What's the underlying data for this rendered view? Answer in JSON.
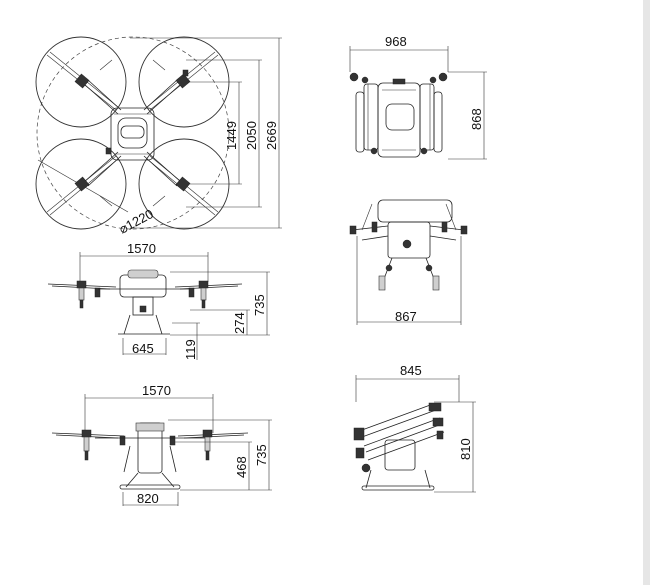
{
  "top_view": {
    "diag_width": "2669",
    "arm_span": "2050",
    "motor_spacing": "1449",
    "prop_diameter": "⌀1220"
  },
  "side_view_1": {
    "span": "1570",
    "height": "735",
    "gear_height": "274",
    "clearance": "119",
    "gear_width": "645"
  },
  "side_view_2": {
    "span": "1570",
    "height": "735",
    "gear_height": "468",
    "gear_width": "820"
  },
  "folded_top": {
    "width": "968",
    "depth": "868"
  },
  "folded_front": {
    "width": "867"
  },
  "folded_side": {
    "width": "845",
    "height": "810"
  }
}
